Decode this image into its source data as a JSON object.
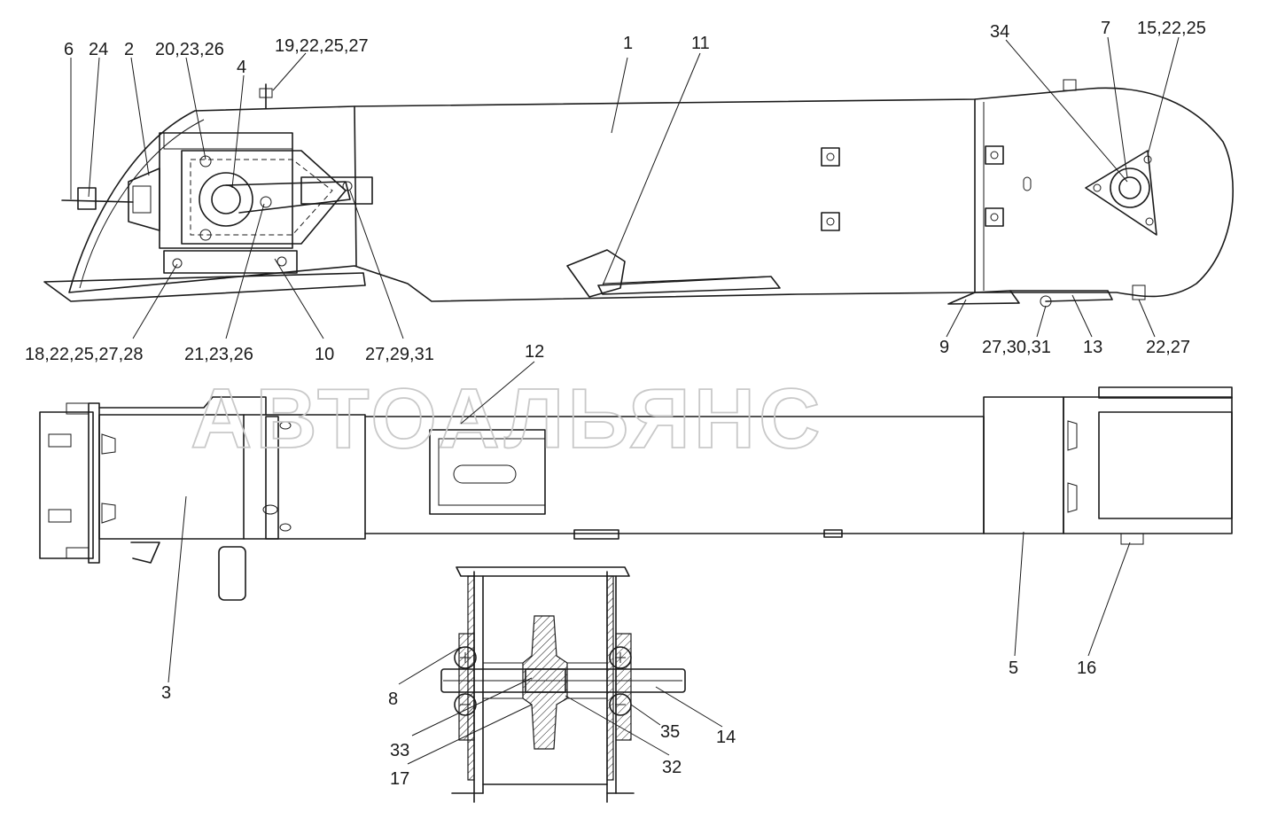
{
  "watermark": "АВТОАЛЬЯНС",
  "labels": {
    "l_6": "6",
    "l_24": "24",
    "l_2": "2",
    "l_20_23_26": "20,23,26",
    "l_4": "4",
    "l_19_22_25_27": "19,22,25,27",
    "l_1": "1",
    "l_11": "11",
    "l_34": "34",
    "l_7": "7",
    "l_15_22_25": "15,22,25",
    "l_18_22_25_27_28": "18,22,25,27,28",
    "l_21_23_26": "21,23,26",
    "l_10": "10",
    "l_27_29_31": "27,29,31",
    "l_12": "12",
    "l_9": "9",
    "l_27_30_31": "27,30,31",
    "l_13": "13",
    "l_22_27": "22,27",
    "l_3": "3",
    "l_5": "5",
    "l_16": "16",
    "l_8": "8",
    "l_14": "14",
    "l_33": "33",
    "l_35": "35",
    "l_17": "17",
    "l_32": "32"
  }
}
